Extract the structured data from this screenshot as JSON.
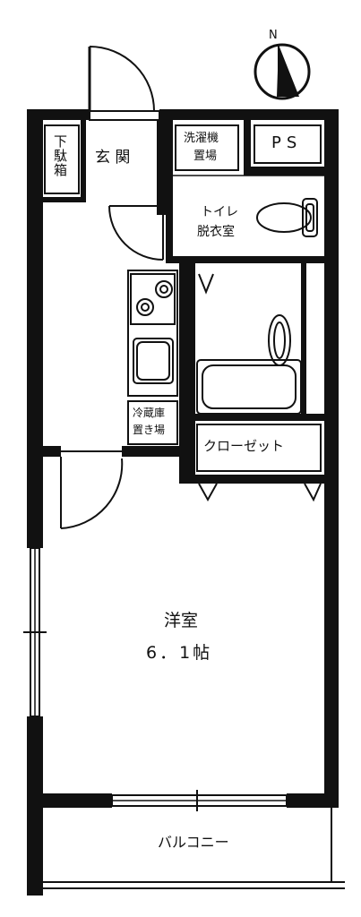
{
  "rooms": {
    "getabako": "下駄箱",
    "genkan": "玄 関",
    "sentakuki": "洗濯機",
    "sentakuki_2": "置場",
    "ps": "PS",
    "toilet": "トイレ",
    "datsuijo": "脱衣室",
    "reizoko": "冷蔵庫",
    "reizoko_2": "置き場",
    "closet": "クローゼット",
    "yoshitsu": "洋室",
    "yoshitsu_size": "6．1帖",
    "balcony": "バルコニー"
  },
  "compass": {
    "north_label": "N"
  },
  "colors": {
    "wall": "#111111",
    "line": "#222222",
    "background": "#ffffff"
  }
}
